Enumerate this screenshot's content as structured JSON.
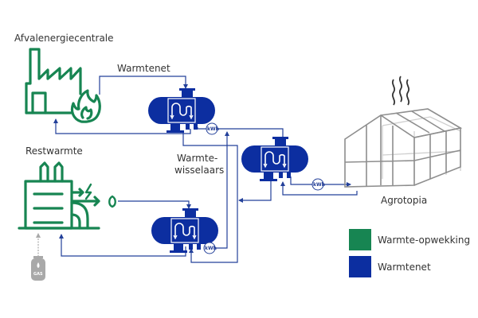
{
  "labels": {
    "waste_plant": "Afvalenergiecentrale",
    "heat_network": "Warmtenet",
    "residual_heat": "Restwarmte",
    "heat_exchangers": [
      "Warmte-",
      "wisselaars"
    ],
    "greenhouse": "Agrotopia",
    "meter": "kWh",
    "gas": "GAS"
  },
  "legend": [
    {
      "label": "Warmte-opwekking",
      "color": "#178552"
    },
    {
      "label": "Warmtenet",
      "color": "#0c2ea0"
    }
  ],
  "colors": {
    "generation": "#178552",
    "network": "#0c2ea0",
    "pipe": "#23409a",
    "greenhouse": "#8e8e8e",
    "gas": "#a9a9a9"
  }
}
